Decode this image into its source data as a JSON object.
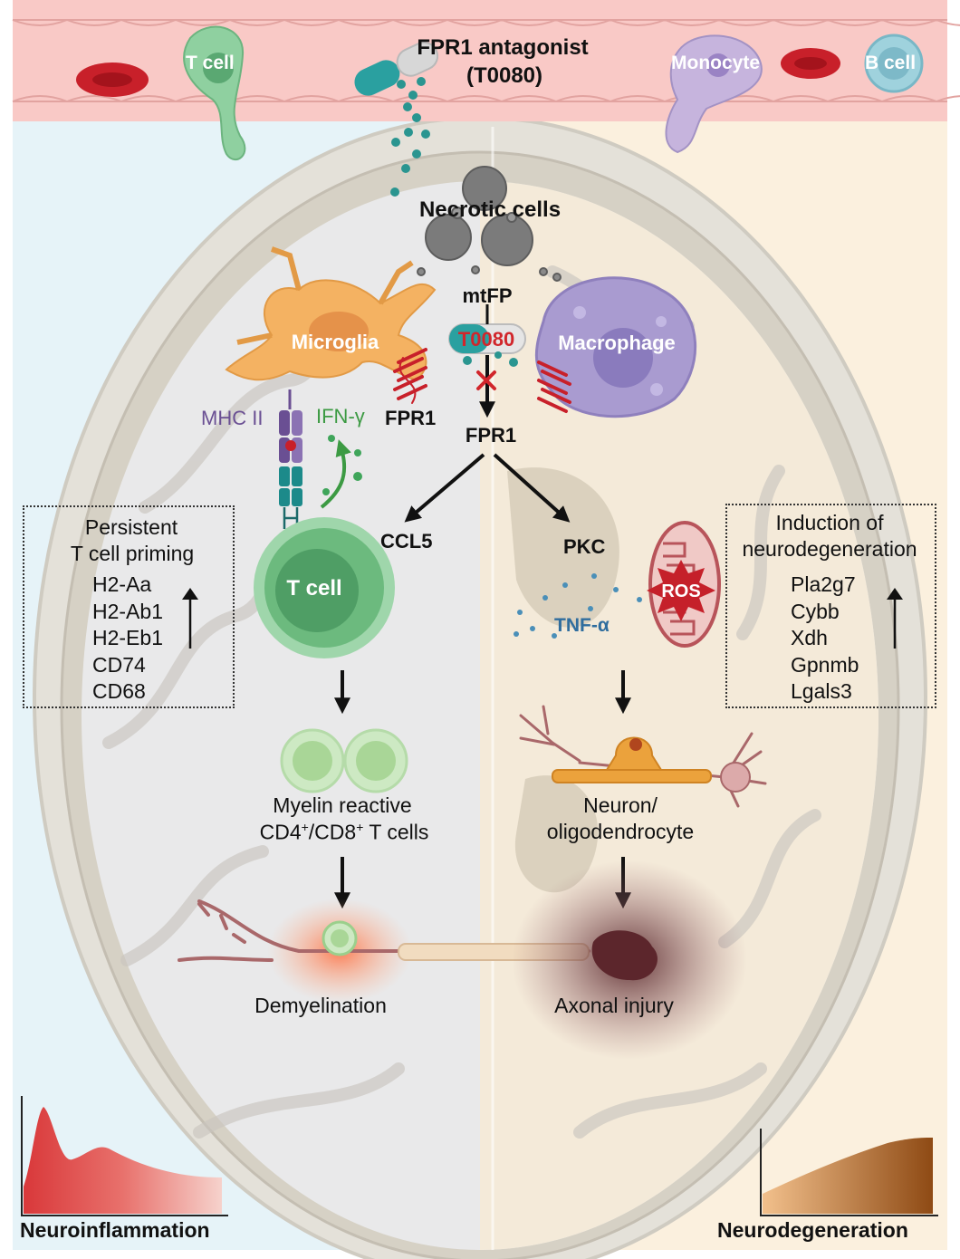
{
  "figure": {
    "drug": {
      "line1": "FPR1  antagonist",
      "line2": "(T0080)"
    },
    "vessel_cells": {
      "t_cell": "T cell",
      "monocyte": "Monocyte",
      "b_cell": "B cell"
    },
    "necrotic_cells": "Necrotic cells",
    "mtfp": "mtFP",
    "t0080": "T0080",
    "microglia": "Microglia",
    "macrophage": "Macrophage",
    "mhc2": "MHC II",
    "ifng": "IFN-γ",
    "fpr1_receptor": "FPR1",
    "fpr1_center": "FPR1",
    "ccl5": "CCL5",
    "pkc": "PKC",
    "t_cell": "T cell",
    "tnfa": "TNF-α",
    "ros": "ROS",
    "left_box": {
      "title_line1": "Persistent",
      "title_line2": "T cell priming",
      "genes": [
        "H2-Aa",
        "H2-Ab1",
        "H2-Eb1",
        "CD74",
        "CD68"
      ]
    },
    "right_box": {
      "title_line1": "Induction of",
      "title_line2": "neurodegeneration",
      "genes": [
        "Pla2g7",
        "Cybb",
        "Xdh",
        "Gpnmb",
        "Lgals3"
      ]
    },
    "myelin_reactive": {
      "line1": "Myelin reactive",
      "cd4": "CD4",
      "sup1": "+",
      "mid": "/CD8",
      "sup2": "+",
      "tail": " T cells"
    },
    "neuron": {
      "line1": "Neuron/",
      "line2": "oligodendrocyte"
    },
    "demyelination": "Demyelination",
    "axonal_injury": "Axonal injury",
    "neuroinflammation": "Neuroinflammation",
    "neurodegeneration": "Neurodegeneration"
  },
  "colors": {
    "vessel": "#f9c9c6",
    "left_bg": "#e6f3f8",
    "right_bg": "#fbf0de",
    "microglia": "#f4b262",
    "macrophage": "#a99bd0",
    "t_cell": "#6cba7e",
    "drug_teal": "#3aa39b",
    "inflammation_red": "#d9383a",
    "degeneration_brown": "#b0611e",
    "t0080_red": "#d1262b",
    "mhc_purple": "#6a4f93",
    "ifn_green": "#3c9a43",
    "tnf_blue": "#2f6d9e"
  }
}
